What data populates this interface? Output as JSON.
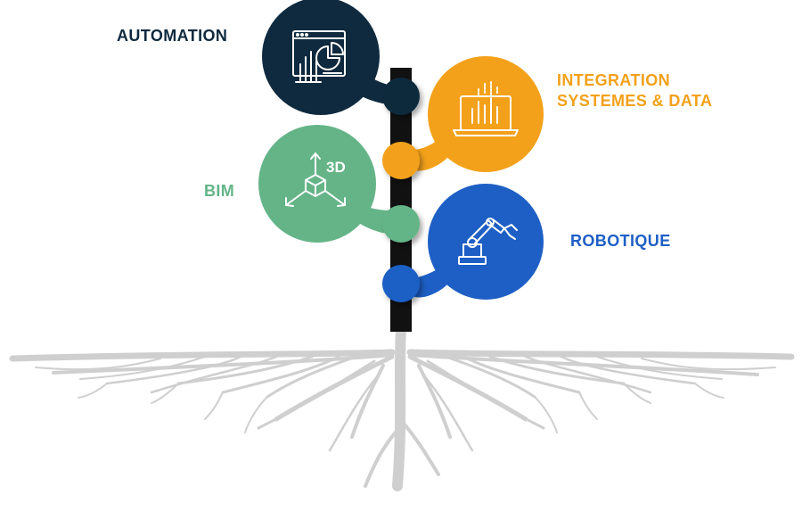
{
  "colors": {
    "automation": "#0f2a3e",
    "integration": "#f3a11a",
    "bim": "#64b487",
    "robotique": "#1d5fc5",
    "trunk": "#111111",
    "roots": "#cfcfcf",
    "icon_stroke": "#ffffff"
  },
  "branches": [
    {
      "id": "automation",
      "label_lines": [
        "AUTOMATION"
      ],
      "icon": "dashboard-chart-icon"
    },
    {
      "id": "integration",
      "label_lines": [
        "INTEGRATION",
        "SYSTEMES & DATA"
      ],
      "icon": "laptop-data-icon"
    },
    {
      "id": "bim",
      "label_lines": [
        "BIM"
      ],
      "icon": "cube-3d-icon",
      "icon_text": "3D"
    },
    {
      "id": "robotique",
      "label_lines": [
        "ROBOTIQUE"
      ],
      "icon": "robot-arm-icon"
    }
  ]
}
